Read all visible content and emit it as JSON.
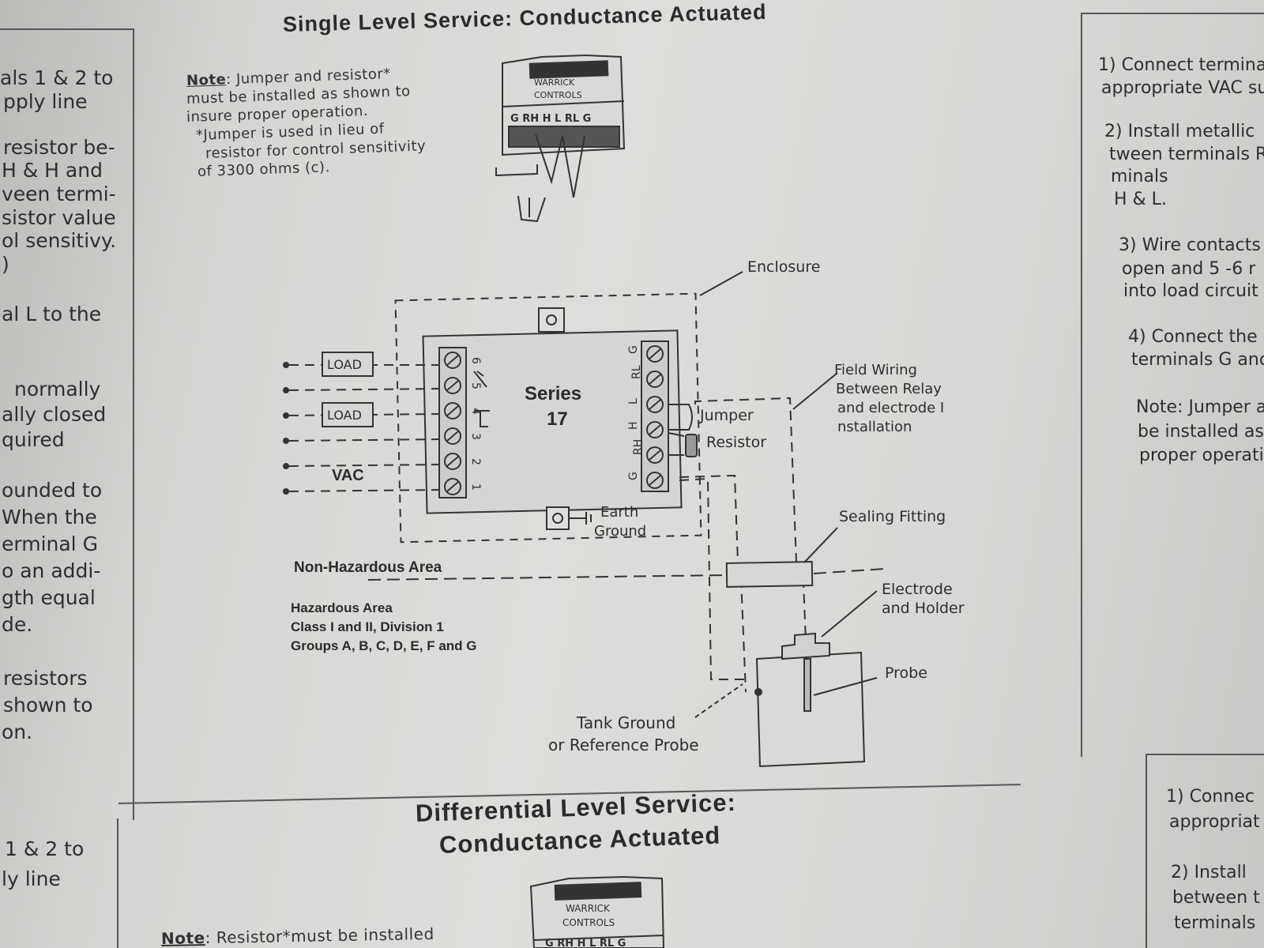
{
  "section1": {
    "title": "Single Level Service:  Conductance Actuated",
    "note_label": "Note",
    "note_lines": [
      ":  Jumper and resistor*",
      "must be installed as shown to",
      "insure proper operation.",
      "*Jumper is used in lieu of",
      "resistor for control sensitivity",
      "of 3300 ohms (c)."
    ],
    "device_brand": [
      "WARRICK",
      "CONTROLS"
    ],
    "device_terminals": "G RH H  L RL G"
  },
  "diagram": {
    "enclosure": "Enclosure",
    "series": [
      "Series",
      "17"
    ],
    "load1": "LOAD",
    "load2": "LOAD",
    "vac": "VAC",
    "left_terminals": [
      "6",
      "5",
      "4",
      "3",
      "2",
      "1"
    ],
    "right_terminals": [
      "G",
      "RL",
      "L",
      "H",
      "RH",
      "G"
    ],
    "jumper": "Jumper",
    "resistor": "Resistor",
    "field_wiring": [
      "Field Wiring",
      "Between Relay",
      "and electrode I",
      "nstallation"
    ],
    "earth_ground": [
      "Earth",
      "Ground"
    ],
    "sealing_fitting": "Sealing Fitting",
    "non_hazardous": "Non-Hazardous Area",
    "hazardous": [
      "Hazardous Area",
      "Class I and II, Division 1",
      "Groups A, B, C, D, E, F and G"
    ],
    "electrode": [
      "Electrode",
      "and Holder"
    ],
    "probe": "Probe",
    "tank_ground": [
      "Tank Ground",
      "or Reference Probe"
    ]
  },
  "left_column": {
    "lines": [
      "als 1 & 2  to",
      "pply line",
      "resistor be-",
      "H & H and",
      "veen termi-",
      "sistor value",
      "ol sensitivy.",
      ")",
      "al L to the",
      "normally",
      "ally closed",
      "quired",
      "ounded to",
      "When the",
      "erminal G",
      "o an addi-",
      "gth equal",
      "de.",
      "resistors",
      "shown to",
      "on.",
      "1 & 2  to",
      "ly line"
    ]
  },
  "right_column": {
    "lines": [
      "1)  Connect termina",
      "appropriate VAC su",
      "2)  Install metallic",
      "tween terminals Rl",
      "minals",
      "H  &  L.",
      "3)  Wire contacts",
      "open and  5 -6 r",
      "into load circuit a",
      "4)  Connect the",
      "terminals G anc",
      "Note: Jumper a",
      "be installed as",
      "proper operati",
      "1)  Connec",
      "appropriat",
      "2)  Install",
      "between t",
      "terminals"
    ]
  },
  "section2": {
    "title_lines": [
      "Differential Level Service:",
      "Conductance Actuated"
    ],
    "note_label": "Note",
    "note_text": ":  Resistor*must be installed",
    "device_brand": [
      "WARRICK",
      "CONTROLS"
    ],
    "device_terminals": "G RH H  L RL G"
  }
}
